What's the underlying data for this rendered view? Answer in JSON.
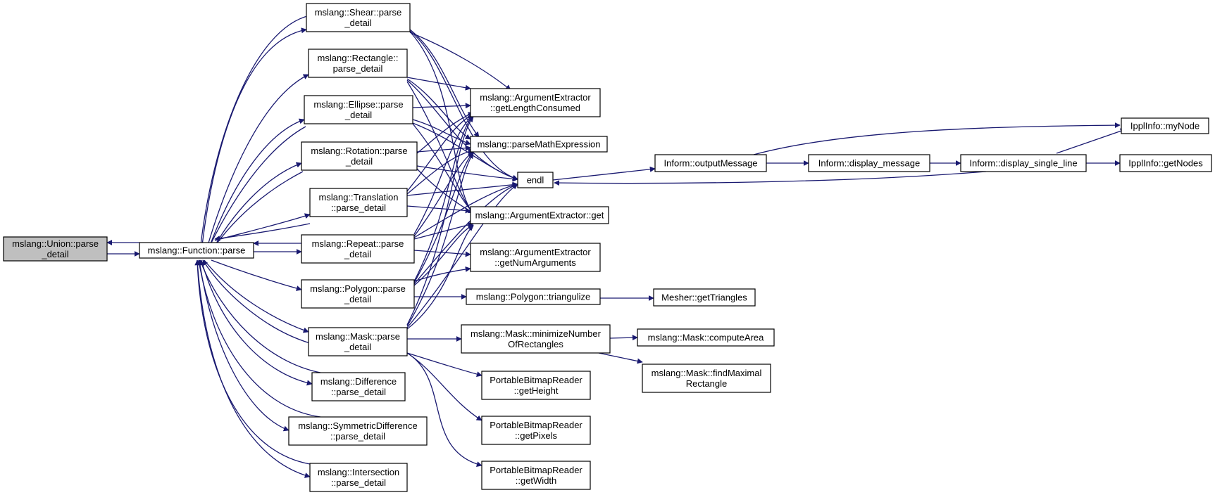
{
  "diagram": {
    "type": "call-graph",
    "edge_color": "#191970",
    "root_fill": "#bfbfbf",
    "nodes": [
      {
        "id": "union",
        "lines": [
          "mslang::Union::parse",
          "_detail"
        ],
        "root": true
      },
      {
        "id": "fparse",
        "lines": [
          "mslang::Function::parse"
        ]
      },
      {
        "id": "shear",
        "lines": [
          "mslang::Shear::parse",
          "_detail"
        ]
      },
      {
        "id": "rect",
        "lines": [
          "mslang::Rectangle::",
          "parse_detail"
        ]
      },
      {
        "id": "ellipse",
        "lines": [
          "mslang::Ellipse::parse",
          "_detail"
        ]
      },
      {
        "id": "rot",
        "lines": [
          "mslang::Rotation::parse",
          "_detail"
        ]
      },
      {
        "id": "trans",
        "lines": [
          "mslang::Translation",
          "::parse_detail"
        ]
      },
      {
        "id": "repeat",
        "lines": [
          "mslang::Repeat::parse",
          "_detail"
        ]
      },
      {
        "id": "poly",
        "lines": [
          "mslang::Polygon::parse",
          "_detail"
        ]
      },
      {
        "id": "mask",
        "lines": [
          "mslang::Mask::parse",
          "_detail"
        ]
      },
      {
        "id": "diff",
        "lines": [
          "mslang::Difference",
          "::parse_detail"
        ]
      },
      {
        "id": "symdiff",
        "lines": [
          "mslang::SymmetricDifference",
          "::parse_detail"
        ]
      },
      {
        "id": "inter",
        "lines": [
          "mslang::Intersection",
          "::parse_detail"
        ]
      },
      {
        "id": "glc",
        "lines": [
          "mslang::ArgumentExtractor",
          "::getLengthConsumed"
        ]
      },
      {
        "id": "pme",
        "lines": [
          "mslang::parseMathExpression"
        ]
      },
      {
        "id": "endl",
        "lines": [
          "endl"
        ]
      },
      {
        "id": "aget",
        "lines": [
          "mslang::ArgumentExtractor::get"
        ]
      },
      {
        "id": "gna",
        "lines": [
          "mslang::ArgumentExtractor",
          "::getNumArguments"
        ]
      },
      {
        "id": "tri",
        "lines": [
          "mslang::Polygon::triangulize"
        ]
      },
      {
        "id": "minrect",
        "lines": [
          "mslang::Mask::minimizeNumber",
          "OfRectangles"
        ]
      },
      {
        "id": "gh",
        "lines": [
          "PortableBitmapReader",
          "::getHeight"
        ]
      },
      {
        "id": "gp",
        "lines": [
          "PortableBitmapReader",
          "::getPixels"
        ]
      },
      {
        "id": "gw",
        "lines": [
          "PortableBitmapReader",
          "::getWidth"
        ]
      },
      {
        "id": "mesher",
        "lines": [
          "Mesher::getTriangles"
        ]
      },
      {
        "id": "carea",
        "lines": [
          "mslang::Mask::computeArea"
        ]
      },
      {
        "id": "fmax",
        "lines": [
          "mslang::Mask::findMaximal",
          "Rectangle"
        ]
      },
      {
        "id": "outmsg",
        "lines": [
          "Inform::outputMessage"
        ]
      },
      {
        "id": "dispmsg",
        "lines": [
          "Inform::display_message"
        ]
      },
      {
        "id": "dispsl",
        "lines": [
          "Inform::display_single_line"
        ]
      },
      {
        "id": "mynode",
        "lines": [
          "IpplInfo::myNode"
        ]
      },
      {
        "id": "getnodes",
        "lines": [
          "IpplInfo::getNodes"
        ]
      }
    ]
  }
}
